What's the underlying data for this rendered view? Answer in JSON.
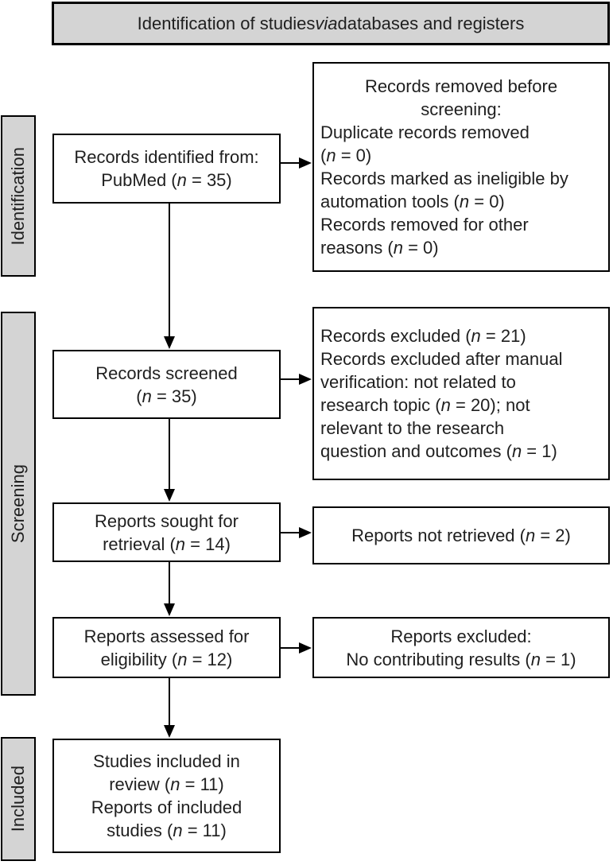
{
  "title": {
    "segs": [
      {
        "t": "Identification of studies "
      },
      {
        "t": "via",
        "i": true
      },
      {
        "t": " databases and registers"
      }
    ]
  },
  "stages": {
    "identification": "Identification",
    "screening": "Screening",
    "included": "Included"
  },
  "boxes": {
    "records_identified": {
      "lines": [
        {
          "align": "center",
          "segs": [
            {
              "t": "Records identified from:"
            }
          ]
        },
        {
          "align": "center",
          "segs": [
            {
              "t": "PubMed ("
            },
            {
              "t": "n",
              "i": true
            },
            {
              "t": " = 35)"
            }
          ]
        }
      ]
    },
    "records_removed": {
      "lines": [
        {
          "align": "center",
          "segs": [
            {
              "t": "Records removed before"
            }
          ]
        },
        {
          "align": "center",
          "segs": [
            {
              "t": "screening:"
            }
          ]
        },
        {
          "align": "left",
          "segs": [
            {
              "t": "Duplicate records removed"
            }
          ]
        },
        {
          "align": "left",
          "segs": [
            {
              "t": "("
            },
            {
              "t": "n",
              "i": true
            },
            {
              "t": " = 0)"
            }
          ]
        },
        {
          "align": "left",
          "segs": [
            {
              "t": "Records marked as ineligible by"
            }
          ]
        },
        {
          "align": "left",
          "segs": [
            {
              "t": "automation tools ("
            },
            {
              "t": "n",
              "i": true
            },
            {
              "t": " = 0)"
            }
          ]
        },
        {
          "align": "left",
          "segs": [
            {
              "t": "Records removed for other"
            }
          ]
        },
        {
          "align": "left",
          "segs": [
            {
              "t": "reasons ("
            },
            {
              "t": "n",
              "i": true
            },
            {
              "t": " = 0)"
            }
          ]
        }
      ]
    },
    "records_screened": {
      "lines": [
        {
          "align": "center",
          "segs": [
            {
              "t": "Records screened"
            }
          ]
        },
        {
          "align": "center",
          "segs": [
            {
              "t": "("
            },
            {
              "t": "n",
              "i": true
            },
            {
              "t": " = 35)"
            }
          ]
        }
      ]
    },
    "records_excluded": {
      "lines": [
        {
          "align": "left",
          "segs": [
            {
              "t": "Records excluded ("
            },
            {
              "t": "n",
              "i": true
            },
            {
              "t": " = 21)"
            }
          ]
        },
        {
          "align": "left",
          "segs": [
            {
              "t": "Records excluded after manual"
            }
          ]
        },
        {
          "align": "left",
          "segs": [
            {
              "t": "verification: not related to"
            }
          ]
        },
        {
          "align": "left",
          "segs": [
            {
              "t": "research topic ("
            },
            {
              "t": "n",
              "i": true
            },
            {
              "t": " = 20); not"
            }
          ]
        },
        {
          "align": "left",
          "segs": [
            {
              "t": "relevant to the research"
            }
          ]
        },
        {
          "align": "left",
          "segs": [
            {
              "t": "question and outcomes ("
            },
            {
              "t": "n",
              "i": true
            },
            {
              "t": " = 1)"
            }
          ]
        }
      ]
    },
    "reports_sought": {
      "lines": [
        {
          "align": "center",
          "segs": [
            {
              "t": "Reports sought for"
            }
          ]
        },
        {
          "align": "center",
          "segs": [
            {
              "t": "retrieval ("
            },
            {
              "t": "n",
              "i": true
            },
            {
              "t": " = 14)"
            }
          ]
        }
      ]
    },
    "reports_not_retrieved": {
      "lines": [
        {
          "align": "center",
          "segs": [
            {
              "t": "Reports not retrieved ("
            },
            {
              "t": "n",
              "i": true
            },
            {
              "t": " = 2)"
            }
          ]
        }
      ]
    },
    "reports_assessed": {
      "lines": [
        {
          "align": "center",
          "segs": [
            {
              "t": "Reports assessed for"
            }
          ]
        },
        {
          "align": "center",
          "segs": [
            {
              "t": "eligibility ("
            },
            {
              "t": "n",
              "i": true
            },
            {
              "t": " = 12)"
            }
          ]
        }
      ]
    },
    "reports_excluded": {
      "lines": [
        {
          "align": "center",
          "segs": [
            {
              "t": "Reports excluded:"
            }
          ]
        },
        {
          "align": "center",
          "segs": [
            {
              "t": "No contributing results ("
            },
            {
              "t": "n",
              "i": true
            },
            {
              "t": " = 1)"
            }
          ]
        }
      ]
    },
    "studies_included": {
      "lines": [
        {
          "align": "center",
          "segs": [
            {
              "t": "Studies included in"
            }
          ]
        },
        {
          "align": "center",
          "segs": [
            {
              "t": "review ("
            },
            {
              "t": "n",
              "i": true
            },
            {
              "t": " = 11)"
            }
          ]
        },
        {
          "align": "center",
          "segs": [
            {
              "t": "Reports of included"
            }
          ]
        },
        {
          "align": "center",
          "segs": [
            {
              "t": "studies ("
            },
            {
              "t": "n",
              "i": true
            },
            {
              "t": " = 11)"
            }
          ]
        }
      ]
    }
  },
  "colors": {
    "band_fill": "#d4d4d4",
    "border": "#000000",
    "background": "#ffffff",
    "text": "#1f1f1f"
  }
}
